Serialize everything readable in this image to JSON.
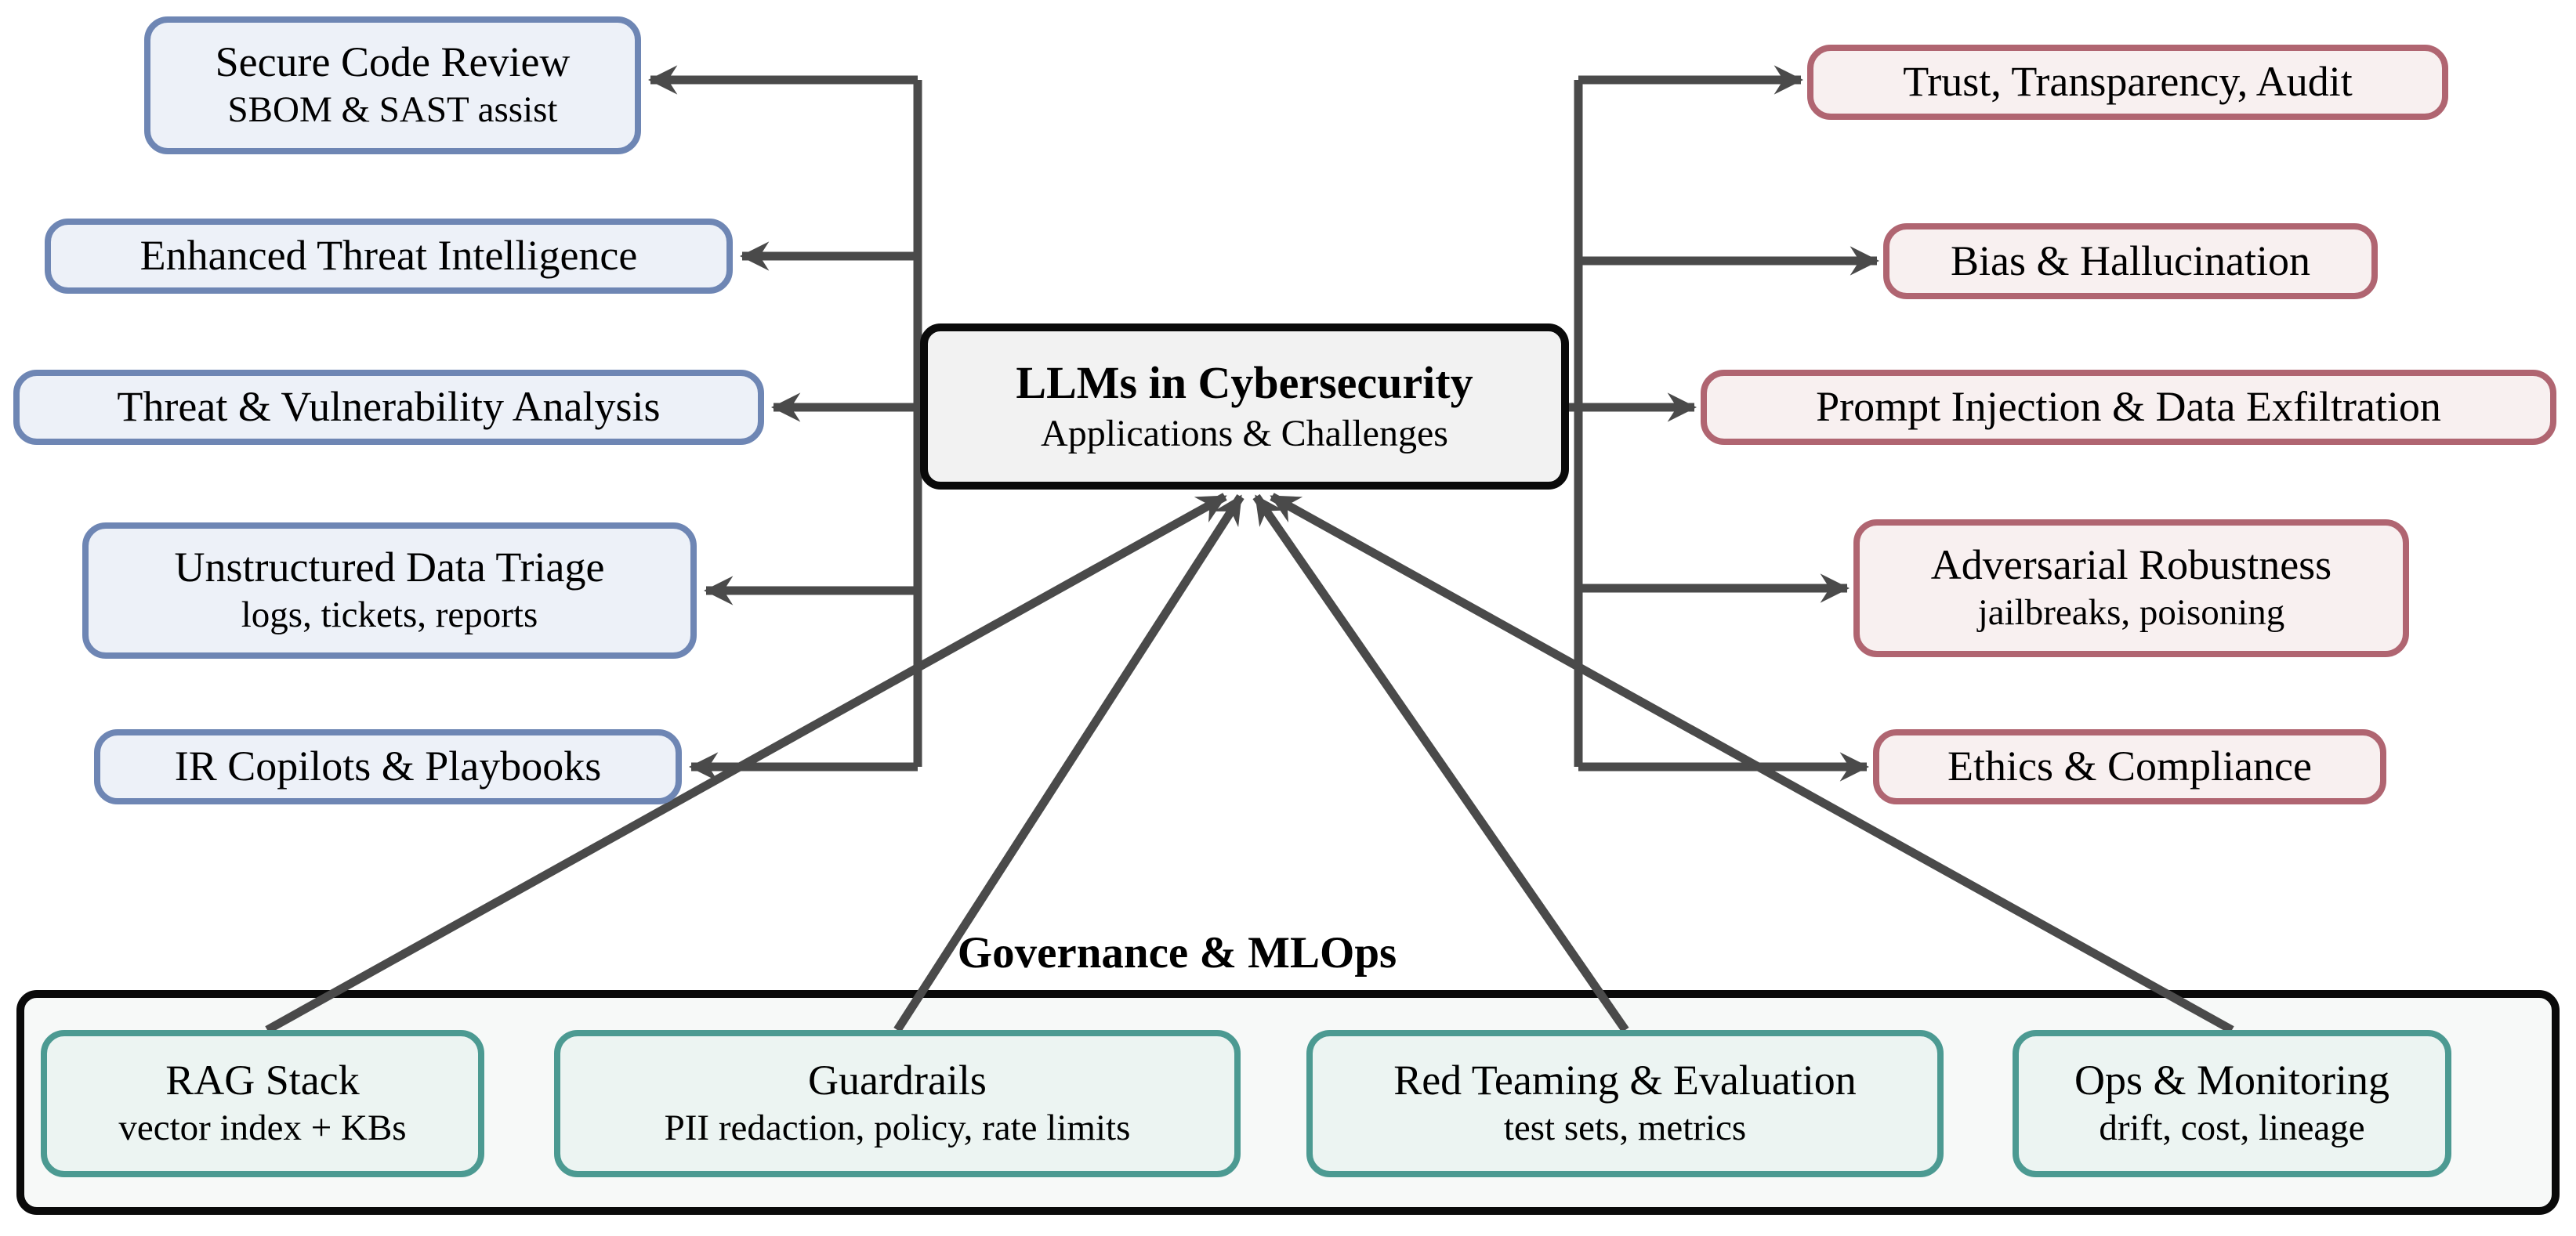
{
  "diagram": {
    "center": {
      "title": "LLMs in Cybersecurity",
      "subtitle": "Applications & Challenges"
    },
    "left_nodes": [
      {
        "label": "Secure Code Review",
        "sublabel": "SBOM & SAST assist"
      },
      {
        "label": "Enhanced Threat Intelligence"
      },
      {
        "label": "Threat & Vulnerability Analysis"
      },
      {
        "label": "Unstructured Data Triage",
        "sublabel": "logs, tickets, reports"
      },
      {
        "label": "IR Copilots & Playbooks"
      }
    ],
    "right_nodes": [
      {
        "label": "Trust, Transparency, Audit"
      },
      {
        "label": "Bias & Hallucination"
      },
      {
        "label": "Prompt Injection & Data Exfiltration"
      },
      {
        "label": "Adversarial Robustness",
        "sublabel": "jailbreaks, poisoning"
      },
      {
        "label": "Ethics & Compliance"
      }
    ],
    "governance": {
      "title": "Governance & MLOps",
      "nodes": [
        {
          "label": "RAG Stack",
          "sublabel": "vector index + KBs"
        },
        {
          "label": "Guardrails",
          "sublabel": "PII redaction, policy, rate limits"
        },
        {
          "label": "Red Teaming & Evaluation",
          "sublabel": "test sets, metrics"
        },
        {
          "label": "Ops & Monitoring",
          "sublabel": "drift, cost, lineage"
        }
      ]
    },
    "colors": {
      "application_border": "#6e86b4",
      "application_fill": "#edf1f8",
      "challenge_border": "#b06571",
      "challenge_fill": "#f8f0f0",
      "governance_border": "#4c9a92",
      "governance_fill": "#ecf4f2",
      "center_fill": "#f2f2f2",
      "container_fill": "#f7f9f8",
      "outline": "#0a0a0a",
      "connector": "#4a4a4a"
    }
  }
}
